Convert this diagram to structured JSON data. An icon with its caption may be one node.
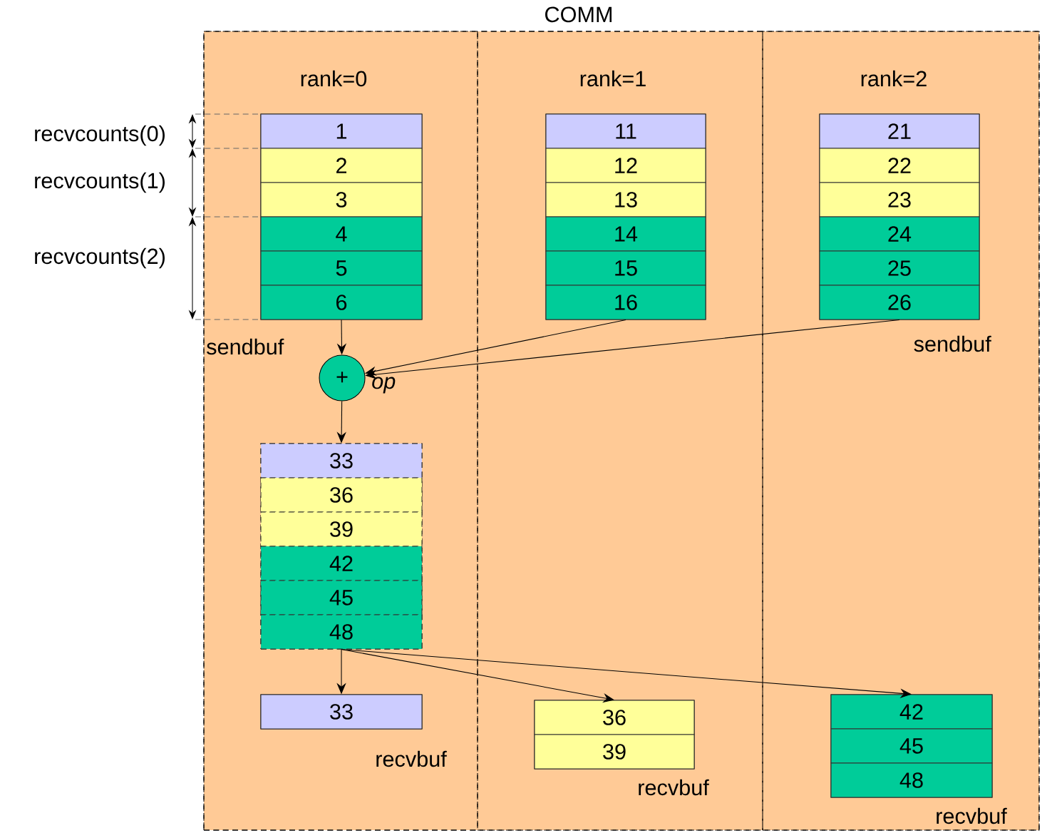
{
  "diagram": {
    "nodes": [
      {
        "text": [
          "COMM"
        ]
      },
      {
        "text": [
          "rank=0"
        ],
        "in": 0
      },
      {
        "text": [
          "rank=1"
        ],
        "in": 0
      },
      {
        "text": [
          "rank=2"
        ],
        "in": 0
      },
      {
        "text": [],
        "shape": "box",
        "in": 1,
        "beside": [
          "sendbuf"
        ]
      },
      {
        "text": [
          "1"
        ],
        "in": 4
      },
      {
        "text": [
          "2"
        ],
        "in": 4
      },
      {
        "text": [
          "3"
        ],
        "in": 4
      },
      {
        "text": [
          "4"
        ],
        "in": 4
      },
      {
        "text": [
          "5"
        ],
        "in": 4
      },
      {
        "text": [
          "6"
        ],
        "in": 4
      },
      {
        "text": [],
        "shape": "box",
        "in": 2
      },
      {
        "text": [
          "11"
        ],
        "in": 11
      },
      {
        "text": [
          "12"
        ],
        "in": 11
      },
      {
        "text": [
          "13"
        ],
        "in": 11
      },
      {
        "text": [
          "14"
        ],
        "in": 11
      },
      {
        "text": [
          "15"
        ],
        "in": 11
      },
      {
        "text": [
          "16"
        ],
        "in": 11
      },
      {
        "text": [],
        "shape": "box",
        "in": 3,
        "beside": [
          "sendbuf"
        ]
      },
      {
        "text": [
          "21"
        ],
        "in": 18
      },
      {
        "text": [
          "22"
        ],
        "in": 18
      },
      {
        "text": [
          "23"
        ],
        "in": 18
      },
      {
        "text": [
          "24"
        ],
        "in": 18
      },
      {
        "text": [
          "25"
        ],
        "in": 18
      },
      {
        "text": [
          "26"
        ],
        "in": 18
      },
      {
        "text": [
          "+"
        ],
        "in": 1,
        "beside": [
          "op"
        ]
      },
      {
        "text": [],
        "shape": "box",
        "in": 1
      },
      {
        "text": [
          "33"
        ],
        "in": 26
      },
      {
        "text": [
          "36"
        ],
        "in": 26
      },
      {
        "text": [
          "39"
        ],
        "in": 26
      },
      {
        "text": [
          "42"
        ],
        "in": 26
      },
      {
        "text": [
          "45"
        ],
        "in": 26
      },
      {
        "text": [
          "48"
        ],
        "in": 26
      },
      {
        "text": [],
        "shape": "box",
        "in": 1,
        "beside": [
          "recvbuf"
        ]
      },
      {
        "text": [
          "33"
        ],
        "in": 33
      },
      {
        "text": [],
        "shape": "box",
        "in": 2,
        "beside": [
          "recvbuf"
        ]
      },
      {
        "text": [
          "36"
        ],
        "in": 35
      },
      {
        "text": [
          "39"
        ],
        "in": 35
      },
      {
        "text": [],
        "shape": "box",
        "in": 3,
        "beside": [
          "recvbuf"
        ]
      },
      {
        "text": [
          "42"
        ],
        "in": 38
      },
      {
        "text": [
          "45"
        ],
        "in": 38
      },
      {
        "text": [
          "48"
        ],
        "in": 38
      }
    ],
    "edges": [
      {
        "from": 4,
        "to": 25,
        "arrow": "to"
      },
      {
        "from": 11,
        "to": 25,
        "arrow": "to"
      },
      {
        "from": 18,
        "to": 25,
        "arrow": "to"
      },
      {
        "from": 25,
        "to": 26,
        "arrow": "to"
      },
      {
        "from": 26,
        "to": 33,
        "arrow": "to"
      },
      {
        "from": 26,
        "to": 35,
        "arrow": "to"
      },
      {
        "from": 26,
        "to": 38,
        "arrow": "to"
      }
    ],
    "labels": [
      "recvcounts(0)",
      "recvcounts(1)",
      "recvcounts(2)"
    ]
  }
}
